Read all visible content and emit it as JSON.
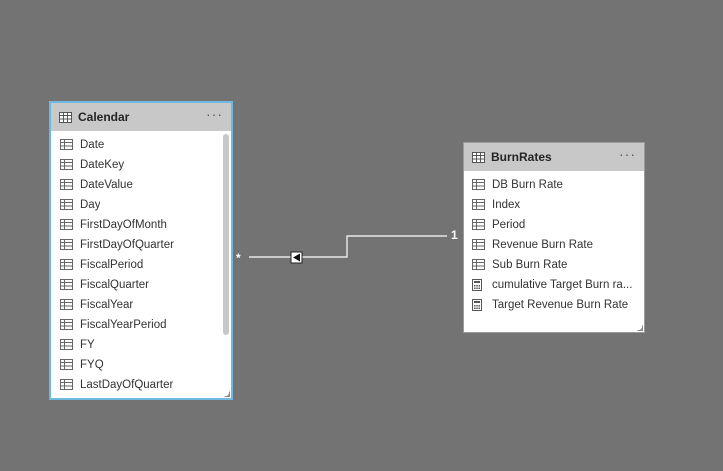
{
  "calendar": {
    "title": "Calendar",
    "more": "···",
    "fields": [
      {
        "label": "Date",
        "icon": "table-field-icon"
      },
      {
        "label": "DateKey",
        "icon": "table-field-icon"
      },
      {
        "label": "DateValue",
        "icon": "table-field-icon"
      },
      {
        "label": "Day",
        "icon": "table-field-icon"
      },
      {
        "label": "FirstDayOfMonth",
        "icon": "table-field-icon"
      },
      {
        "label": "FirstDayOfQuarter",
        "icon": "table-field-icon"
      },
      {
        "label": "FiscalPeriod",
        "icon": "table-field-icon"
      },
      {
        "label": "FiscalQuarter",
        "icon": "table-field-icon"
      },
      {
        "label": "FiscalYear",
        "icon": "table-field-icon"
      },
      {
        "label": "FiscalYearPeriod",
        "icon": "table-field-icon"
      },
      {
        "label": "FY",
        "icon": "table-field-icon"
      },
      {
        "label": "FYQ",
        "icon": "table-field-icon"
      },
      {
        "label": "LastDayOfQuarter",
        "icon": "table-field-icon"
      }
    ]
  },
  "burnrates": {
    "title": "BurnRates",
    "more": "···",
    "fields": [
      {
        "label": "DB Burn Rate",
        "icon": "table-field-icon"
      },
      {
        "label": "Index",
        "icon": "table-field-icon"
      },
      {
        "label": "Period",
        "icon": "table-field-icon"
      },
      {
        "label": "Revenue Burn Rate",
        "icon": "table-field-icon"
      },
      {
        "label": "Sub Burn Rate",
        "icon": "table-field-icon"
      },
      {
        "label": "cumulative Target Burn ra...",
        "icon": "calculator-icon"
      },
      {
        "label": "Target Revenue Burn Rate",
        "icon": "calculator-icon"
      }
    ]
  },
  "relationship": {
    "many_side": "*",
    "one_side": "1",
    "direction_icon": "arrow-left-icon"
  },
  "colors": {
    "canvas": "#737373",
    "selected_border": "#6fb9e0",
    "header": "#c8c8c8"
  }
}
